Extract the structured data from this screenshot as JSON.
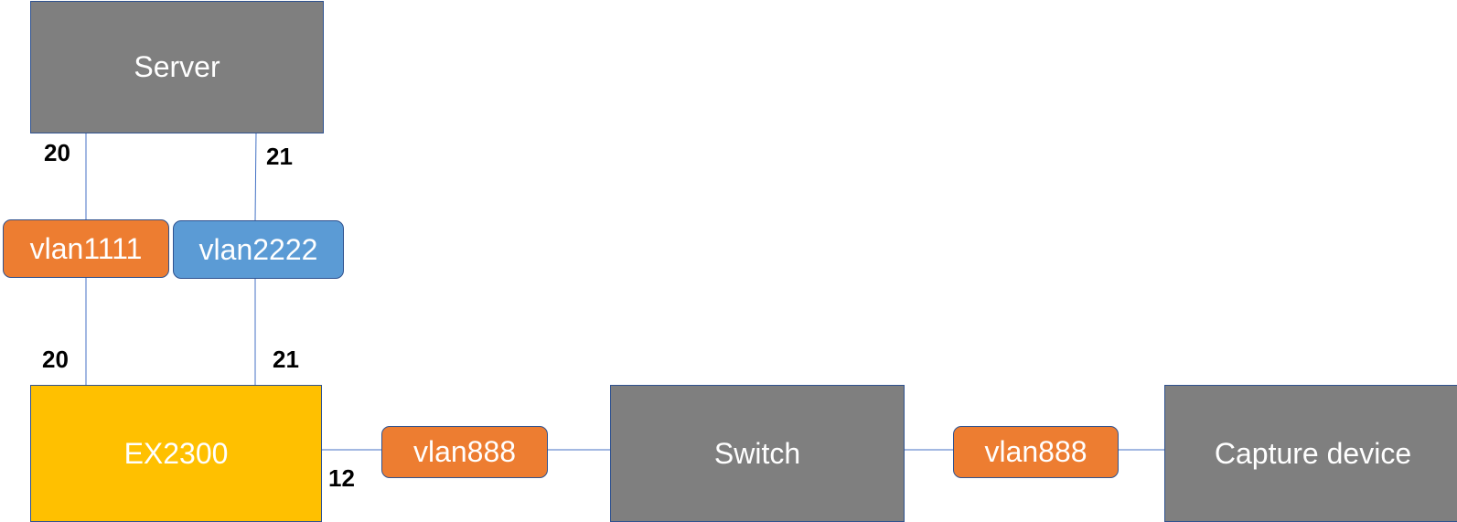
{
  "devices": {
    "server": "Server",
    "ex2300": "EX2300",
    "switch": "Switch",
    "capture": "Capture device"
  },
  "vlans": {
    "vlan_a": "vlan1111",
    "vlan_b": "vlan2222",
    "vlan_c": "vlan888",
    "vlan_d": "vlan888"
  },
  "ports": {
    "server_left": "20",
    "server_right": "21",
    "ex_left": "20",
    "ex_right": "21",
    "ex_uplink": "12"
  },
  "colors": {
    "device_gray": "#7f7f7f",
    "device_yellow": "#ffc000",
    "vlan_orange": "#ed7d31",
    "vlan_blue": "#5b9bd5",
    "border": "#2f528f",
    "link": "#4472c4"
  }
}
